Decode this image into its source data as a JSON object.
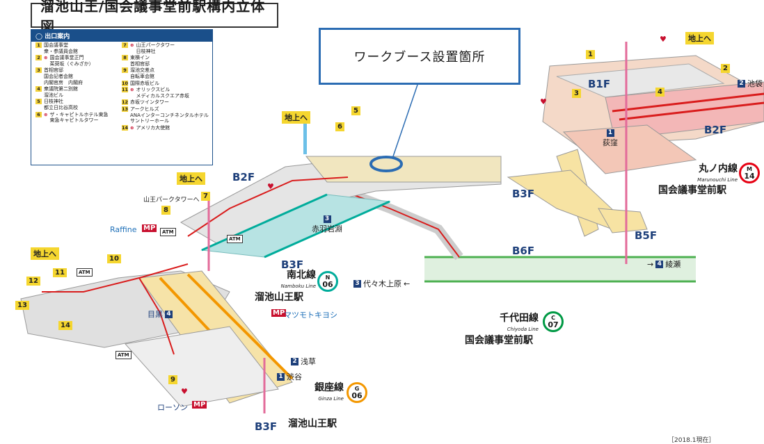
{
  "title": "溜池山王/国会議事堂前駅構内立体図",
  "legend": {
    "header": "出口案内",
    "col1": [
      {
        "num": "1",
        "elev": false,
        "name": "国会議事堂\n衆・参議員会館"
      },
      {
        "num": "2",
        "elev": true,
        "name": "国会議事堂正門\n茱萸坂（ぐみざか）"
      },
      {
        "num": "3",
        "elev": false,
        "name": "首相官邸\n国会記者会館\n内閣官房　内閣府"
      },
      {
        "num": "4",
        "elev": false,
        "name": "衆議院第二別館\n溜池ビル"
      },
      {
        "num": "5",
        "elev": false,
        "name": "日枝神社\n都立日比谷高校"
      },
      {
        "num": "6",
        "elev": true,
        "name": "ザ・キャピトルホテル東急\n東急キャピトルタワー"
      }
    ],
    "col2": [
      {
        "num": "7",
        "elev": true,
        "name": "山王パークタワー\n日枝神社"
      },
      {
        "num": "8",
        "elev": false,
        "name": "東横イン\n首相官邸"
      },
      {
        "num": "9",
        "elev": false,
        "name": "溜池交差点\n自転車会館"
      },
      {
        "num": "10",
        "elev": false,
        "name": "国際赤坂ビル"
      },
      {
        "num": "11",
        "elev": true,
        "name": "オリックスビル\nメディカルスクエア赤坂"
      },
      {
        "num": "12",
        "elev": false,
        "name": "赤坂ツインタワー"
      },
      {
        "num": "13",
        "elev": false,
        "name": "アークヒルズ\nANAインターコンチネンタルホテル\nサントリーホール"
      },
      {
        "num": "14",
        "elev": true,
        "name": "アメリカ大使館"
      }
    ]
  },
  "callout": "ワークブース設置箇所",
  "floors": {
    "b1f": "B1F",
    "b2f_right": "B2F",
    "b2f_left": "B2F",
    "b3f_right": "B3F",
    "b5f": "B5F",
    "b6f": "B6F",
    "b3f_namboku": "B3F",
    "b3f_ginza": "B3F"
  },
  "ground_tags": {
    "a": "地上へ",
    "b": "地上へ",
    "c": "地上へ",
    "d": "地上へ"
  },
  "exits": [
    "1",
    "2",
    "3",
    "4",
    "5",
    "6",
    "7",
    "8",
    "9",
    "10",
    "11",
    "12",
    "13",
    "14"
  ],
  "places": {
    "sanno_park_tower": "山王パークタワーへ",
    "raffine": "Raffine",
    "matsumoto": "マツモトキヨシ",
    "lawson": "ローソン"
  },
  "mp": "MP",
  "stations": {
    "marunouchi": {
      "name": "丸ノ内線",
      "en": "Marunouchi Line",
      "station": "国会議事堂前駅",
      "code_line": "M",
      "code_num": "14",
      "color": "#e60012"
    },
    "namboku": {
      "name": "南北線",
      "en": "Namboku Line",
      "station": "溜池山王駅",
      "code_line": "N",
      "code_num": "06",
      "color": "#00ac9b"
    },
    "chiyoda": {
      "name": "千代田線",
      "en": "Chiyoda Line",
      "station": "国会議事堂前駅",
      "code_line": "C",
      "code_num": "07",
      "color": "#009944"
    },
    "ginza": {
      "name": "銀座線",
      "en": "Ginza Line",
      "station": "溜池山王駅",
      "code_line": "G",
      "code_num": "06",
      "color": "#f39700"
    }
  },
  "directions": {
    "ikebukuro": {
      "num": "2",
      "label": "池袋"
    },
    "ogikubo": {
      "num": "1",
      "label": "荻窪"
    },
    "akabaneiwabuchi": {
      "num": "3",
      "label": "赤羽岩淵"
    },
    "meguro": {
      "num": "4",
      "label": "目黒"
    },
    "ayase": {
      "num": "4",
      "label": "綾瀬"
    },
    "yoyogiuehara": {
      "num": "3",
      "label": "代々木上原"
    },
    "asakusa": {
      "num": "2",
      "label": "浅草"
    },
    "shibuya": {
      "num": "1",
      "label": "渋谷"
    }
  },
  "footnote": "［2018.1現在］",
  "icons": {
    "atm": "ATM",
    "heart": "♥"
  }
}
